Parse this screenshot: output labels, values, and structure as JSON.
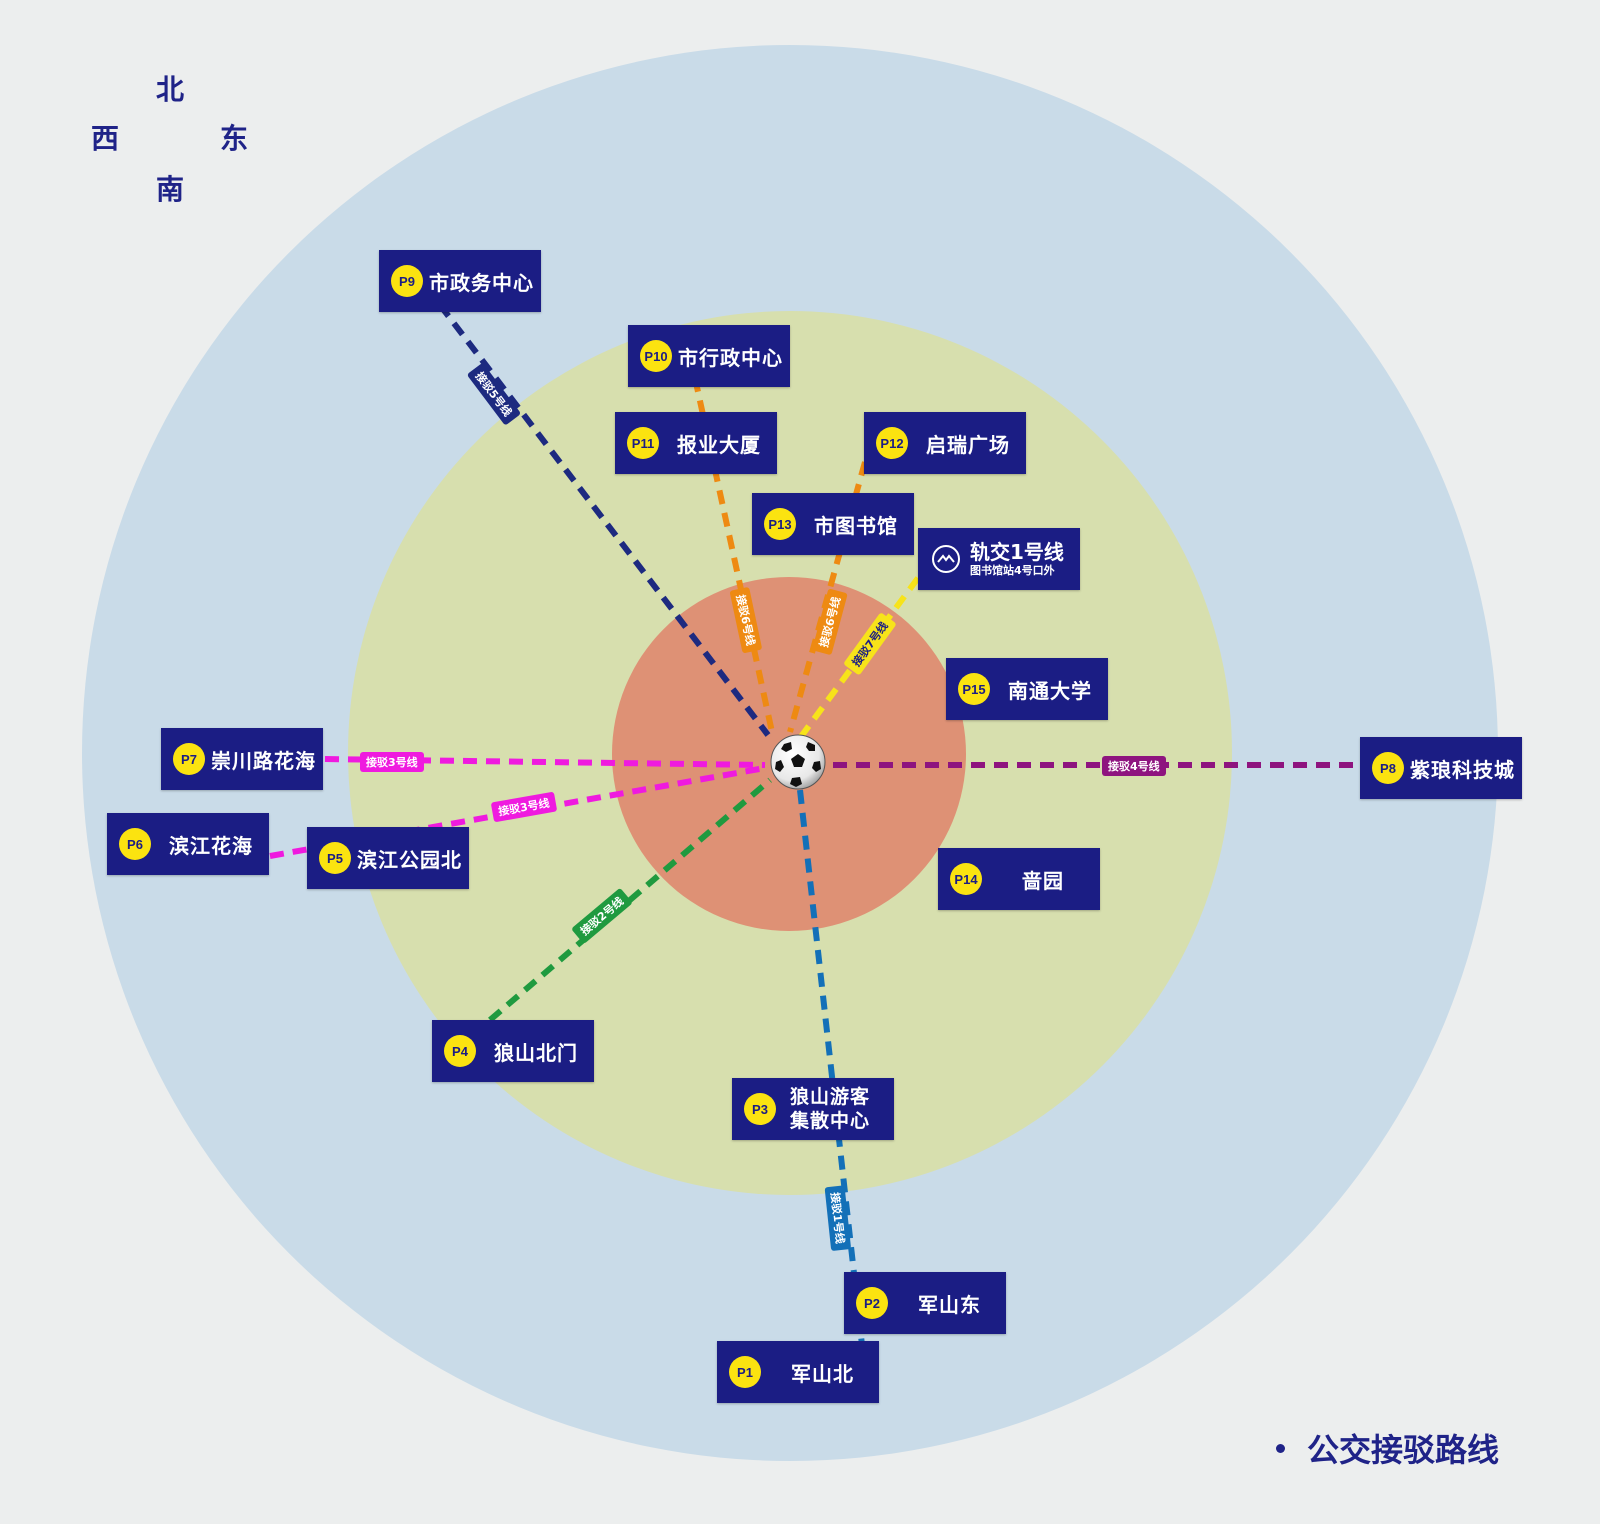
{
  "compass": {
    "north": "北",
    "west": "西",
    "east": "东",
    "south": "南"
  },
  "colors": {
    "background": "#eceeee",
    "outer_ring": "#c9dbe8",
    "middle_ring": "#d7dfae",
    "inner_ring": "#de9175",
    "stop_box": "#1b1d84",
    "badge": "#fbe310",
    "route1": "#1370b8",
    "route2": "#1f9a3f",
    "route3": "#ef1adf",
    "route4": "#8e147f",
    "route5": "#1d2a80",
    "route6": "#ee8a12",
    "route7": "#f7e31a"
  },
  "stops": [
    {
      "id": "P1",
      "name": "军山北"
    },
    {
      "id": "P2",
      "name": "军山东"
    },
    {
      "id": "P3",
      "name_line1": "狼山游客",
      "name_line2": "集散中心"
    },
    {
      "id": "P4",
      "name": "狼山北门"
    },
    {
      "id": "P5",
      "name": "滨江公园北"
    },
    {
      "id": "P6",
      "name": "滨江花海"
    },
    {
      "id": "P7",
      "name": "崇川路花海"
    },
    {
      "id": "P8",
      "name": "紫琅科技城"
    },
    {
      "id": "P9",
      "name": "市政务中心"
    },
    {
      "id": "P10",
      "name": "市行政中心"
    },
    {
      "id": "P11",
      "name": "报业大厦"
    },
    {
      "id": "P12",
      "name": "启瑞广场"
    },
    {
      "id": "P13",
      "name": "市图书馆"
    },
    {
      "id": "P14",
      "name": "啬园"
    },
    {
      "id": "P15",
      "name": "南通大学"
    }
  ],
  "metro": {
    "title": "轨交1号线",
    "subtitle": "图书馆站4号口外",
    "icon": "metro-logo-icon"
  },
  "routes": [
    {
      "id": "r1",
      "label": "接驳1号线"
    },
    {
      "id": "r2",
      "label": "接驳2号线"
    },
    {
      "id": "r3a",
      "label": "接驳3号线"
    },
    {
      "id": "r3b",
      "label": "接驳3号线"
    },
    {
      "id": "r4",
      "label": "接驳4号线"
    },
    {
      "id": "r5",
      "label": "接驳5号线"
    },
    {
      "id": "r6a",
      "label": "接驳6号线"
    },
    {
      "id": "r6b",
      "label": "接驳6号线"
    },
    {
      "id": "r7",
      "label": "接驳7号线"
    }
  ],
  "center": {
    "icon": "soccer-ball-icon"
  },
  "legend": {
    "label": "公交接驳路线"
  }
}
